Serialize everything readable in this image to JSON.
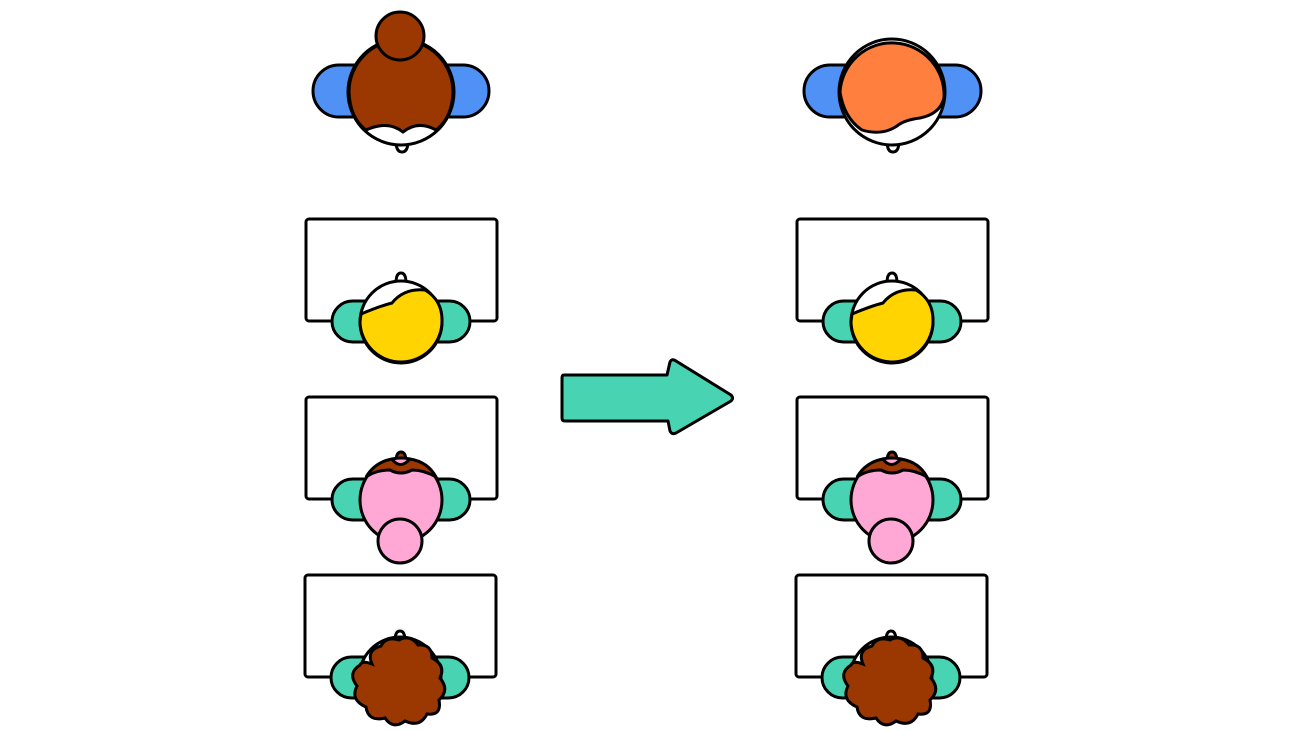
{
  "diagram": {
    "before": {
      "teacher": {
        "hair_style": "bun",
        "hair_color": "#9B3700",
        "shirt_color": "#4F91F5",
        "facing": "toward-students"
      },
      "students": [
        {
          "hair_style": "short",
          "hair_color": "#FFD400",
          "shirt_color": "#48D4B2",
          "desk": true
        },
        {
          "hair_style": "bald-with-bun",
          "hair_color": "#FFA8D6",
          "bun_color": "#FFA8D6",
          "shirt_color": "#48D4B2",
          "desk": true
        },
        {
          "hair_style": "curly",
          "hair_color": "#9B3700",
          "shirt_color": "#48D4B2",
          "desk": true
        }
      ]
    },
    "after": {
      "teacher": {
        "hair_style": "short",
        "hair_color": "#FF7F3E",
        "shirt_color": "#4F91F5",
        "facing": "toward-students"
      },
      "students": [
        {
          "hair_style": "short",
          "hair_color": "#FFD400",
          "shirt_color": "#48D4B2",
          "desk": true
        },
        {
          "hair_style": "bald-with-bun",
          "hair_color": "#FFA8D6",
          "bun_color": "#FFA8D6",
          "shirt_color": "#48D4B2",
          "desk": true
        },
        {
          "hair_style": "curly",
          "hair_color": "#9B3700",
          "shirt_color": "#48D4B2",
          "desk": true
        }
      ]
    },
    "arrow": {
      "color": "#48D4B2",
      "direction": "right"
    },
    "colors": {
      "stroke": "#000000",
      "skin": "#ffffff",
      "background": "#ffffff",
      "desk_fill": "#ffffff"
    }
  }
}
